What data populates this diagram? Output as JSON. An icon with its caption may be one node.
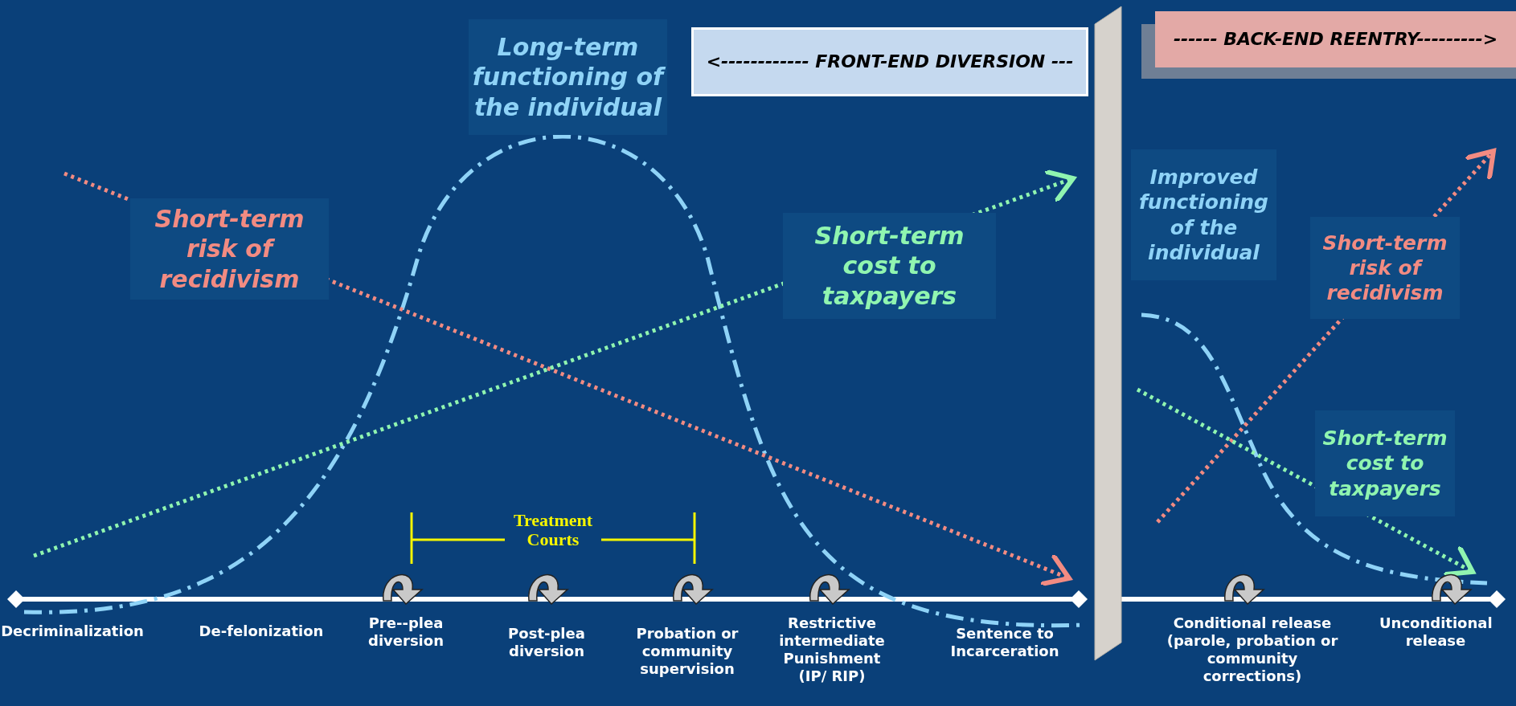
{
  "diagram": {
    "nodes": [
      {
        "text": [
          "<------------ FRONT-END DIVERSION ---"
        ]
      },
      {
        "text": [
          "------ BACK-END REENTRY--------->"
        ]
      },
      {
        "text": [
          "Long-term functioning of the individual"
        ]
      },
      {
        "text": [
          "Short-term risk of recidivism"
        ]
      },
      {
        "text": [
          "Short-term cost to taxpayers"
        ]
      },
      {
        "text": [
          "Improved functioning of the individual"
        ]
      },
      {
        "text": [
          "Short-term risk of recidivism"
        ]
      },
      {
        "text": [
          "Short-term cost to taxpayers"
        ]
      },
      {
        "text": [],
        "shape": "bar"
      }
    ],
    "edges": [],
    "labels": [
      "Treatment Courts",
      "Decriminalization",
      "De-felonization",
      "Pre--plea diversion",
      "Post-plea diversion",
      "Probation or community supervision",
      "Restrictive intermediate Punishment (IP/ RIP)",
      "Sentence to Incarceration",
      "Conditional release (parole, probation or community corrections)",
      "Unconditional release"
    ]
  }
}
